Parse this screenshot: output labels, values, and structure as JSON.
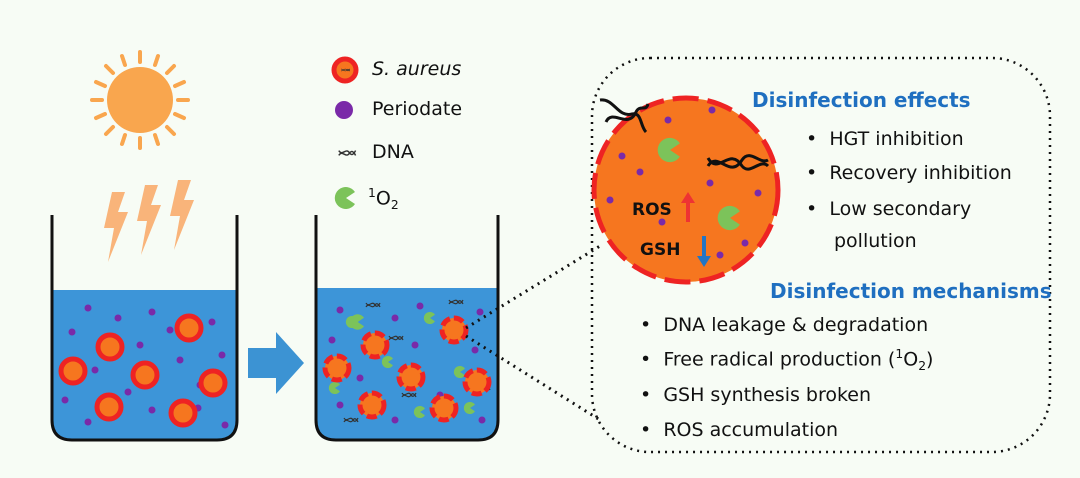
{
  "legend": {
    "s_aureus": "S. aureus",
    "periodate": "Periodate",
    "dna": "DNA",
    "singlet_oxygen_sup": "1",
    "singlet_oxygen_base": "O",
    "singlet_oxygen_sub": "2"
  },
  "cell_labels": {
    "ros": "ROS",
    "gsh": "GSH"
  },
  "effects": {
    "title": "Disinfection effects",
    "items": [
      "HGT inhibition",
      "Recovery inhibition",
      "Low secondary",
      "pollution"
    ]
  },
  "mechanisms": {
    "title": "Disinfection mechanisms",
    "items": [
      "DNA leakage & degradation",
      "Free radical production (",
      "GSH synthesis broken",
      "ROS accumulation"
    ],
    "radical_sup": "1",
    "radical_base": "O",
    "radical_sub": "2",
    "radical_close": ")"
  },
  "bullet": "•",
  "colors": {
    "water": "#3d95d8",
    "bacteria_fill": "#f6761f",
    "bacteria_ring": "#ee2323",
    "periodate": "#7a2aa8",
    "singlet_oxygen": "#7cc35a",
    "sun": "#f9a64e",
    "lightning": "#f9b47a",
    "arrow": "#3c93d3",
    "heading": "#1f6fc0"
  }
}
